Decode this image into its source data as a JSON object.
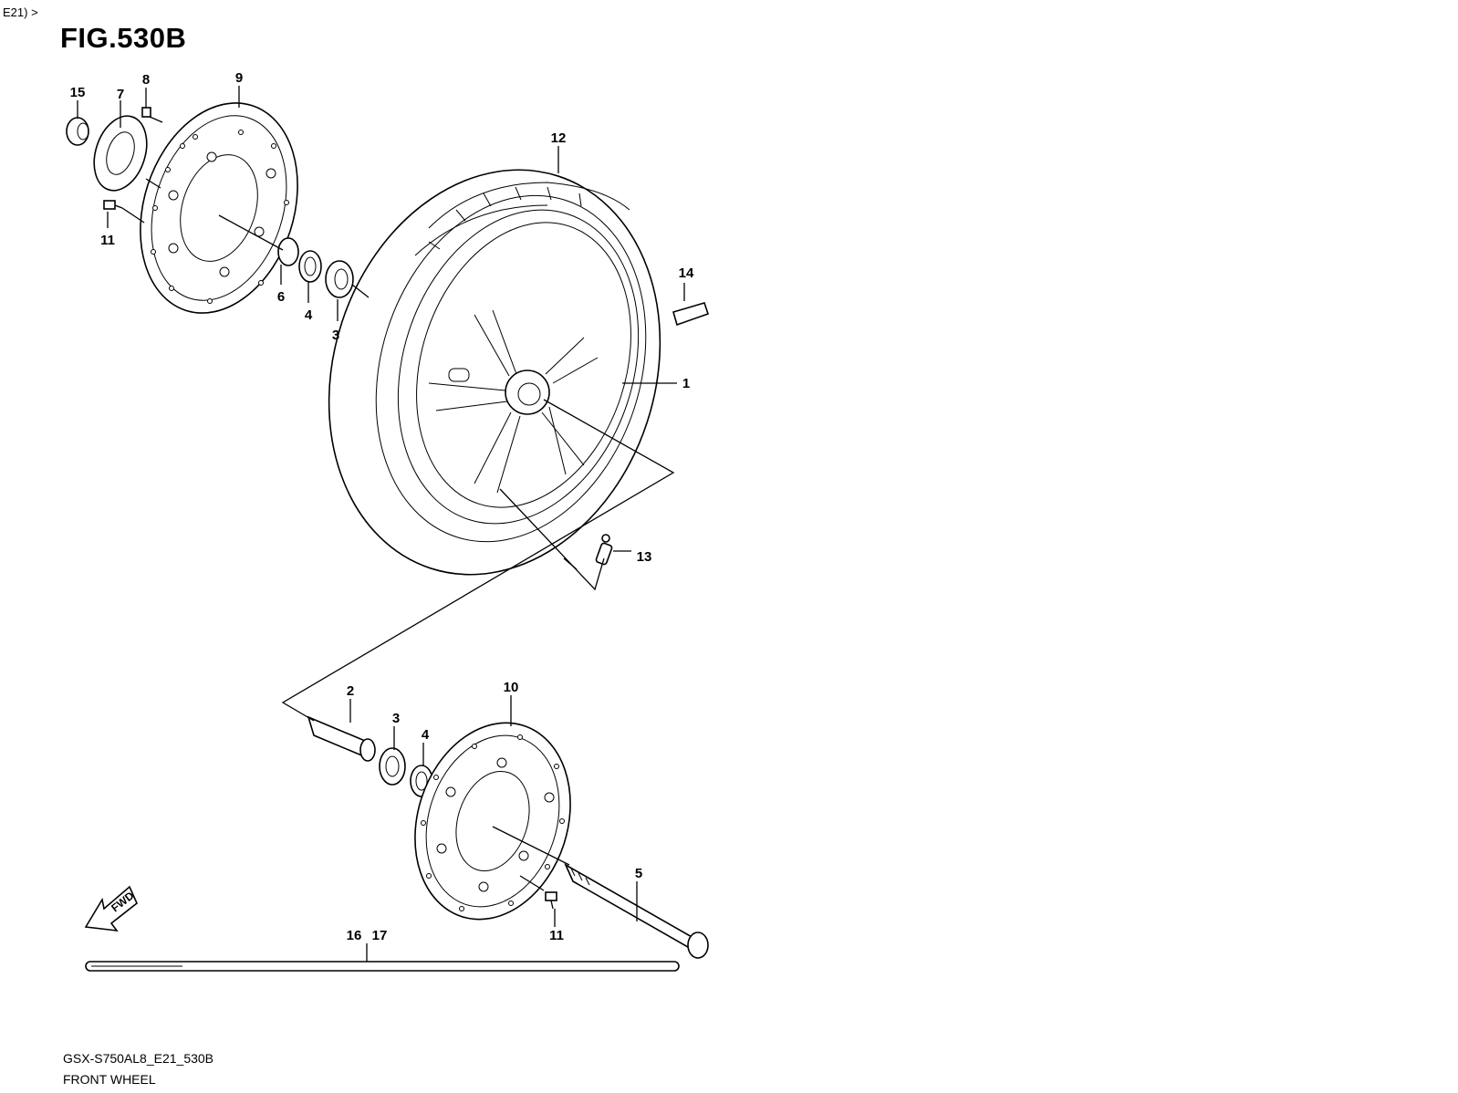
{
  "breadcrumb": "E21) >",
  "figure_title": "FIG.530B",
  "footer": {
    "model_code": "GSX-S750AL8_E21_530B",
    "section_name": "FRONT WHEEL"
  },
  "fwd_label": "FWD",
  "part_labels": {
    "p1": "1",
    "p2": "2",
    "p3a": "3",
    "p3b": "3",
    "p4a": "4",
    "p4b": "4",
    "p5": "5",
    "p6": "6",
    "p7": "7",
    "p8": "8",
    "p9": "9",
    "p10": "10",
    "p11a": "11",
    "p11b": "11",
    "p12": "12",
    "p13": "13",
    "p14": "14",
    "p15": "15",
    "p16": "16",
    "p17": "17"
  }
}
